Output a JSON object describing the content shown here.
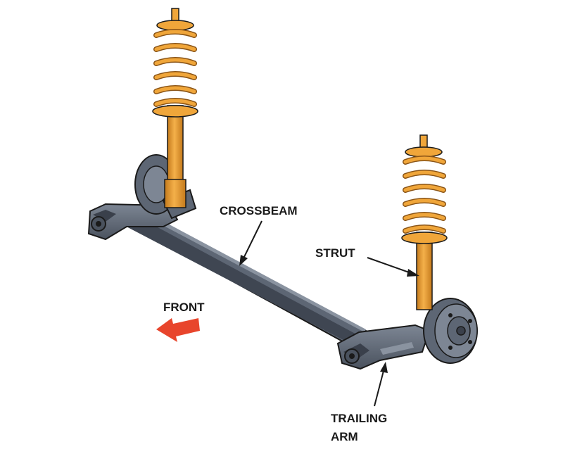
{
  "labels": {
    "crossbeam": "CROSSBEAM",
    "strut": "STRUT",
    "front": "FRONT",
    "trailing_arm_line1": "TRAILING",
    "trailing_arm_line2": "ARM"
  },
  "colors": {
    "beam_fill": "#5d6674",
    "beam_dark": "#3a404b",
    "beam_light": "#7d8694",
    "spring": "#e99a2c",
    "spring_dark": "#8a5416",
    "strut_body": "#f0a63a",
    "arrow_red": "#e8452c",
    "outline": "#1a1a1a",
    "text": "#1a1a1a"
  },
  "icons": {
    "front_arrow": "arrow-left-icon",
    "spring": "coil-spring-icon"
  }
}
